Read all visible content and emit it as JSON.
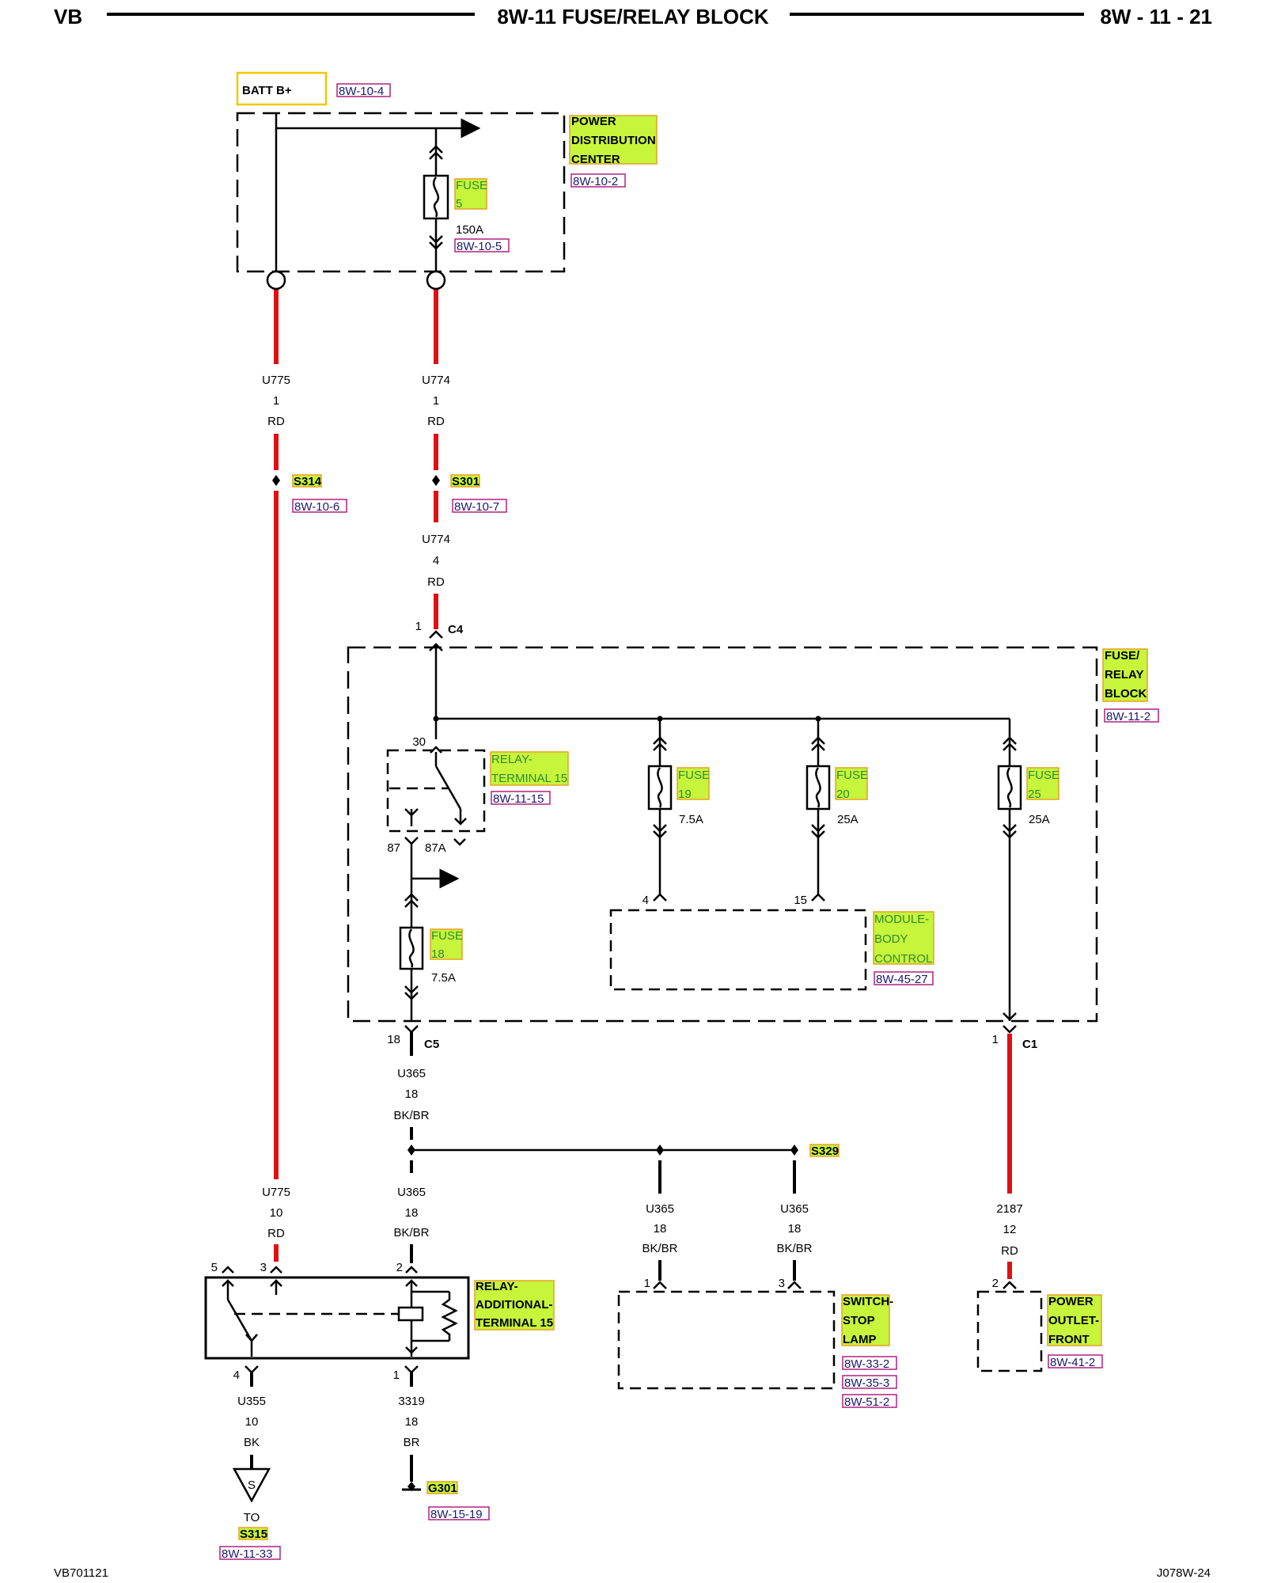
{
  "header": {
    "left": "VB",
    "title": "8W-11 FUSE/RELAY BLOCK",
    "page": "8W - 11 - 21"
  },
  "footer": {
    "left": "VB701121",
    "right": "J078W-24"
  },
  "batt": {
    "label": "BATT B+",
    "ref": "8W-10-4"
  },
  "pdc": {
    "line1": "POWER",
    "line2": "DISTRIBUTION",
    "line3": "CENTER",
    "ref": "8W-10-2",
    "fuse_l1": "FUSE",
    "fuse_l2": "5",
    "fuse_amp": "150A",
    "fuse_ref": "8W-10-5"
  },
  "wires": {
    "u775_top": {
      "circuit": "U775",
      "gauge": "1",
      "color": "RD"
    },
    "u774_top": {
      "circuit": "U774",
      "gauge": "1",
      "color": "RD"
    },
    "u774_mid": {
      "circuit": "U774",
      "gauge": "4",
      "color": "RD"
    },
    "u365_a": {
      "circuit": "U365",
      "gauge": "18",
      "color": "BK/BR"
    },
    "u365_b": {
      "circuit": "U365",
      "gauge": "18",
      "color": "BK/BR"
    },
    "u365_c": {
      "circuit": "U365",
      "gauge": "18",
      "color": "BK/BR"
    },
    "u365_d": {
      "circuit": "U365",
      "gauge": "18",
      "color": "BK/BR"
    },
    "u775_bot": {
      "circuit": "U775",
      "gauge": "10",
      "color": "RD"
    },
    "w2187": {
      "circuit": "2187",
      "gauge": "12",
      "color": "RD"
    },
    "u355": {
      "circuit": "U355",
      "gauge": "10",
      "color": "BK"
    },
    "w3319": {
      "circuit": "3319",
      "gauge": "18",
      "color": "BR"
    }
  },
  "splices": {
    "s314": "S314",
    "s314_ref": "8W-10-6",
    "s301": "S301",
    "s301_ref": "8W-10-7",
    "s329": "S329",
    "g301": "G301",
    "g301_ref": "8W-15-19",
    "to": "TO",
    "s315": "S315",
    "s315_ref": "8W-11-33",
    "s_symbol": "S"
  },
  "connectors": {
    "c4_pin": "1",
    "c4": "C4",
    "c5_pin": "18",
    "c5": "C5",
    "c1_pin": "1",
    "c1": "C1"
  },
  "frb": {
    "line1": "FUSE/",
    "line2": "RELAY",
    "line3": "BLOCK",
    "ref": "8W-11-2",
    "relay_pin30": "30",
    "relay_pin87": "87",
    "relay_pin87a": "87A",
    "relay_l1": "RELAY-",
    "relay_l2": "TERMINAL 15",
    "relay_ref": "8W-11-15",
    "fuse19_l1": "FUSE",
    "fuse19_l2": "19",
    "fuse19_amp": "7.5A",
    "fuse20_l1": "FUSE",
    "fuse20_l2": "20",
    "fuse20_amp": "25A",
    "fuse25_l1": "FUSE",
    "fuse25_l2": "25",
    "fuse25_amp": "25A",
    "fuse18_l1": "FUSE",
    "fuse18_l2": "18",
    "fuse18_amp": "7.5A",
    "mod_pin4": "4",
    "mod_pin15": "15",
    "mod_l1": "MODULE-",
    "mod_l2": "BODY",
    "mod_l3": "CONTROL",
    "mod_ref": "8W-45-27"
  },
  "relay_add": {
    "l1": "RELAY-",
    "l2": "ADDITIONAL-",
    "l3": "TERMINAL 15",
    "pin5": "5",
    "pin3": "3",
    "pin2": "2",
    "pin4": "4",
    "pin1": "1"
  },
  "switch": {
    "l1": "SWITCH-",
    "l2": "STOP",
    "l3": "LAMP",
    "ref1": "8W-33-2",
    "ref2": "8W-35-3",
    "ref3": "8W-51-2",
    "pin1": "1",
    "pin3": "3"
  },
  "outlet": {
    "l1": "POWER",
    "l2": "OUTLET-",
    "l3": "FRONT",
    "ref": "8W-41-2",
    "pin2": "2"
  }
}
